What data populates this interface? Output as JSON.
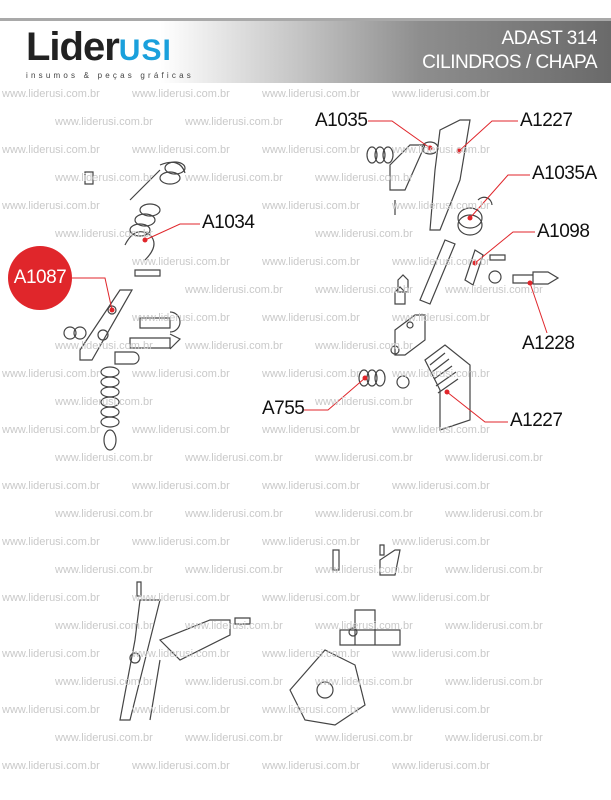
{
  "header": {
    "logo": {
      "main": "Lider",
      "accent": "USI",
      "tagline": "insumos & peças gráficas"
    },
    "title_line1": "ADAST 314",
    "title_line2": "CILINDROS / CHAPA"
  },
  "watermark": "www.liderusi.com.br",
  "colors": {
    "accent_red": "#e0262b",
    "logo_blue": "#1aa0dc"
  },
  "labels": {
    "a1035": "A1035",
    "a1227_top": "A1227",
    "a1035a": "A1035A",
    "a1034": "A1034",
    "a1098": "A1098",
    "a1087": "A1087",
    "a1228": "A1228",
    "a755": "A755",
    "a1227_bottom": "A1227"
  }
}
